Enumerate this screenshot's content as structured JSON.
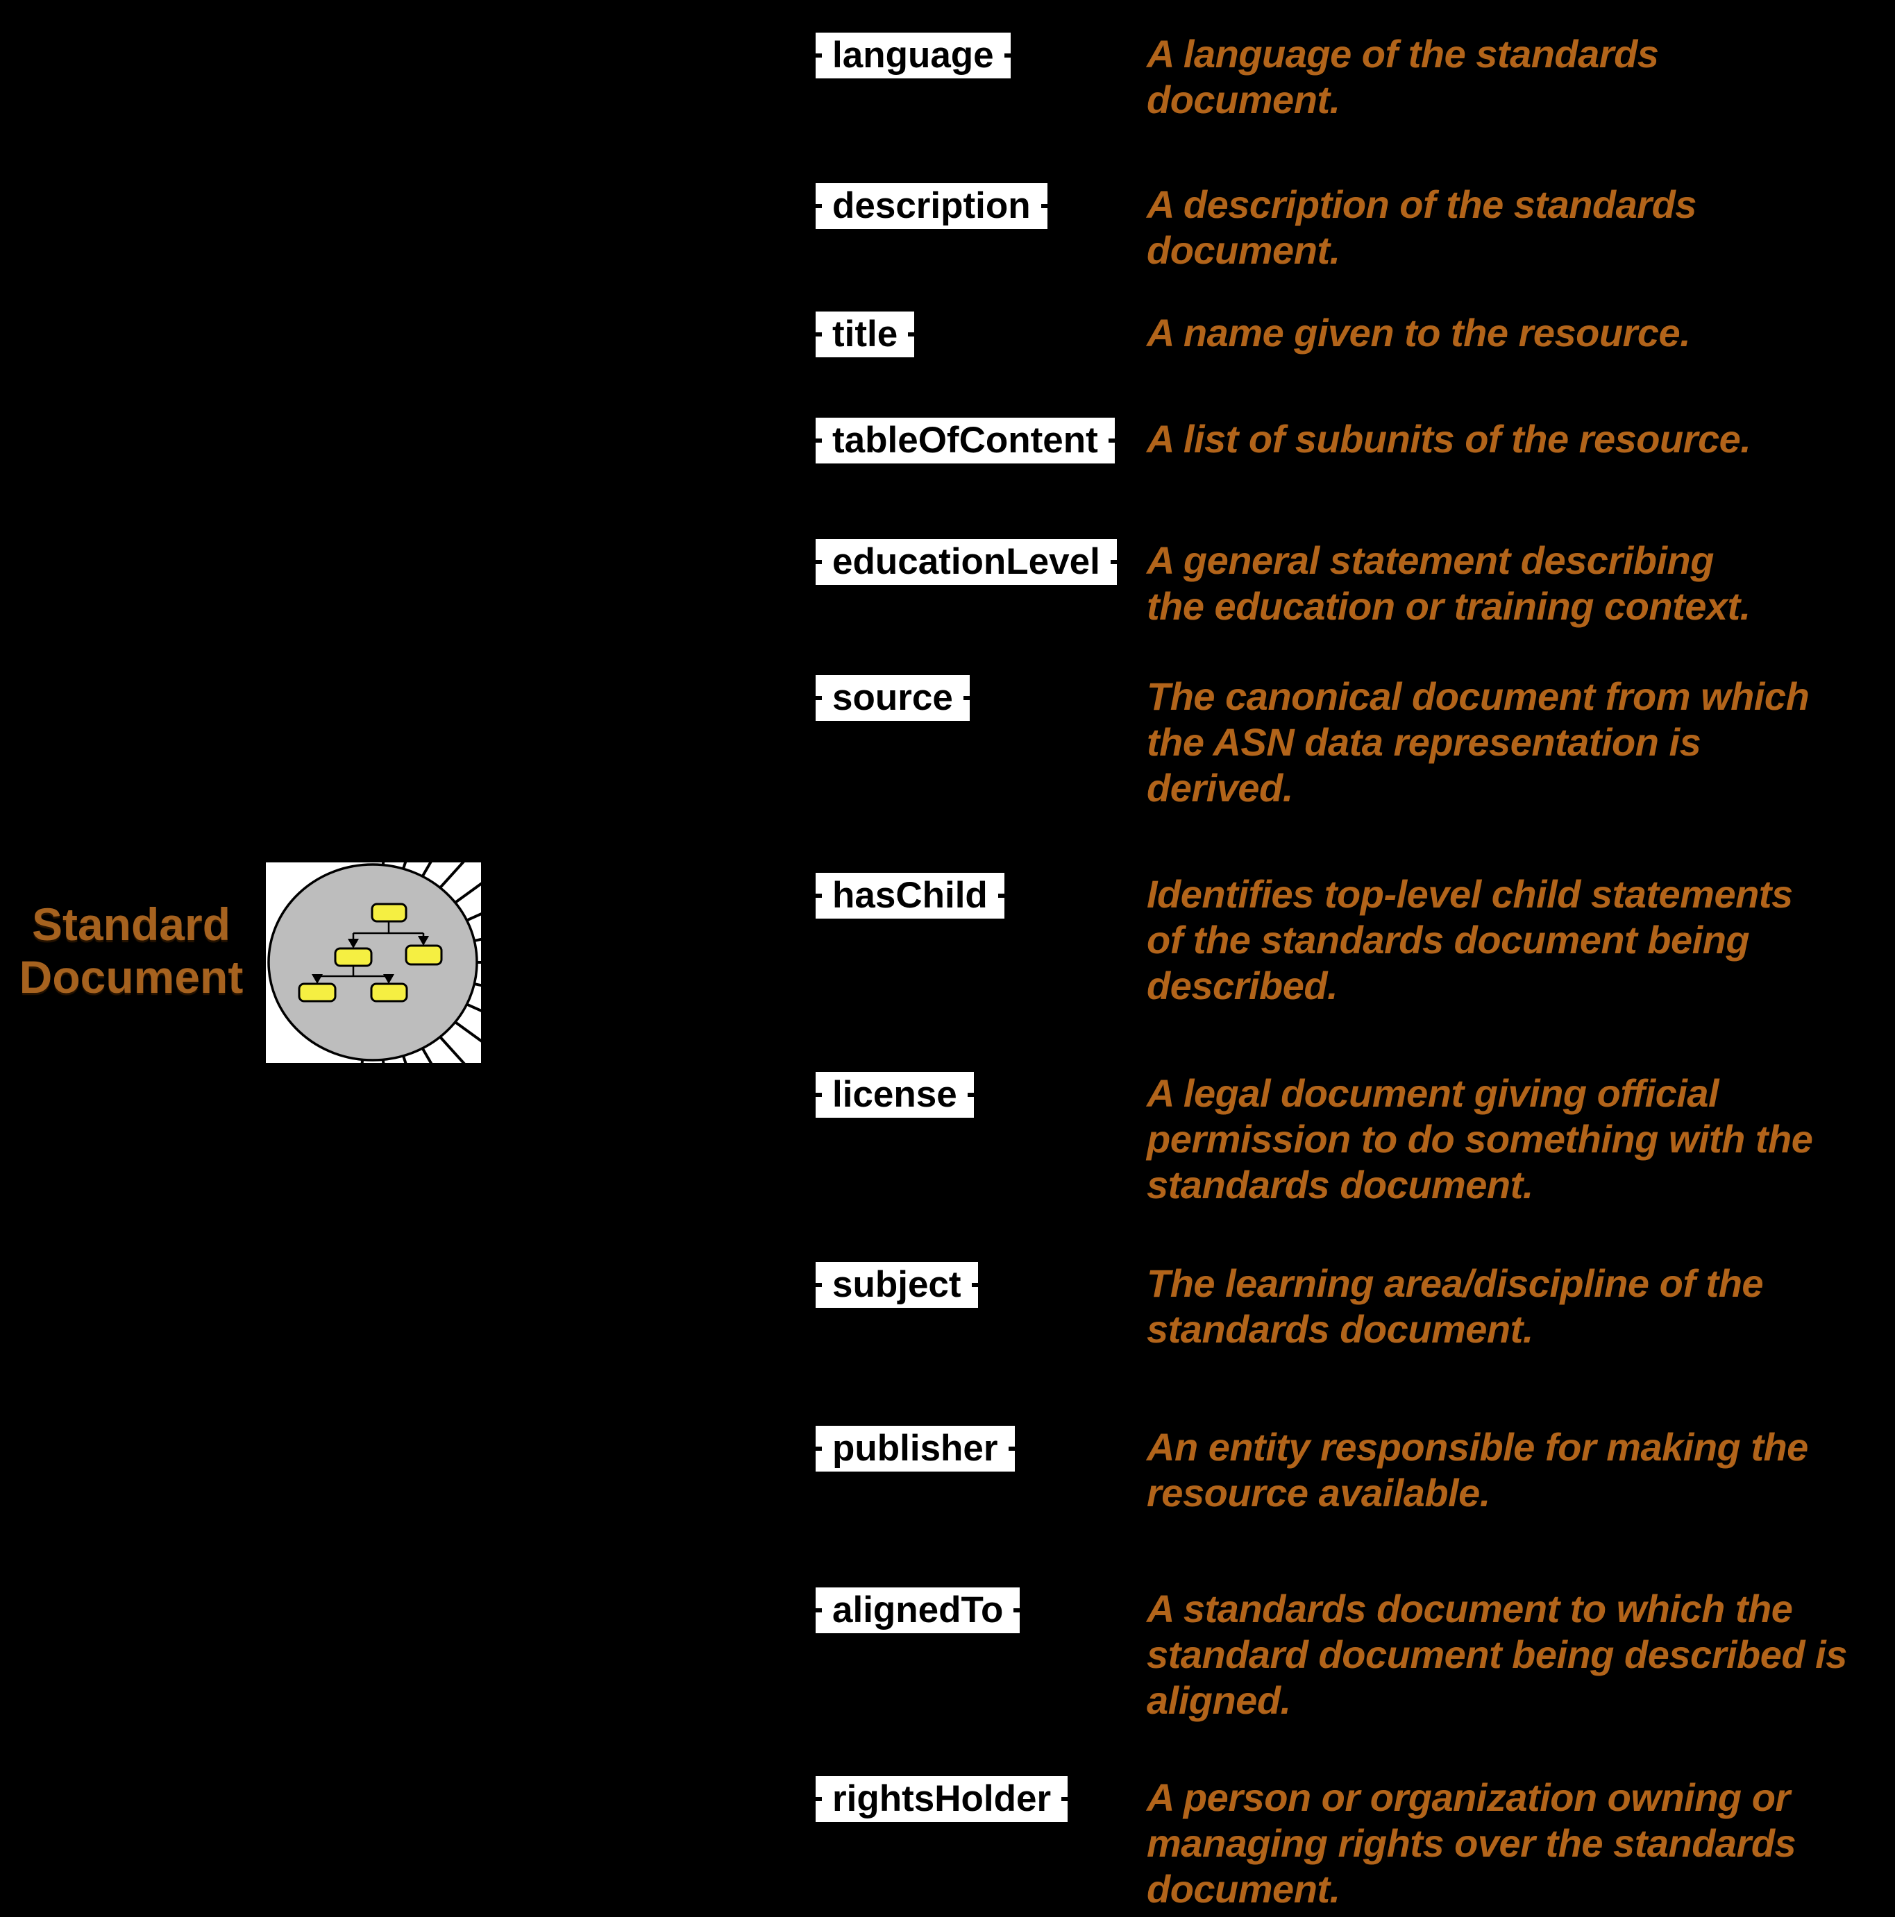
{
  "colors": {
    "background": "#000000",
    "accent_text": "#B2641A",
    "heading_text": "#A6621F",
    "label_bg": "#FFFFFF",
    "label_text": "#000000",
    "icon_circle_fill": "#BDBDBD",
    "icon_node_fill": "#F5EF42",
    "icon_stroke": "#000000"
  },
  "entity": {
    "title": "Standard Document",
    "icon": "circle-tree-diagram-icon"
  },
  "properties": [
    {
      "label": "language",
      "description": "A language of the standards\ndocument."
    },
    {
      "label": "description",
      "description": "A description of the standards\ndocument."
    },
    {
      "label": "title",
      "description": "A name given to the resource."
    },
    {
      "label": "tableOfContent",
      "description": "A list of subunits of the resource."
    },
    {
      "label": "educationLevel",
      "description": "A general statement describing\nthe education or training context."
    },
    {
      "label": "source",
      "description": "The canonical document from which\nthe ASN data representation is\nderived."
    },
    {
      "label": "hasChild",
      "description": "Identifies top-level child statements\nof the standards document being\ndescribed."
    },
    {
      "label": "license",
      "description": "A legal document giving official\npermission to do something with the\nstandards document."
    },
    {
      "label": "subject",
      "description": "The learning area/discipline of the\nstandards document."
    },
    {
      "label": "publisher",
      "description": "An entity responsible for making the\nresource available."
    },
    {
      "label": "alignedTo",
      "description": "A standards document to which the\nstandard document being described is\naligned."
    },
    {
      "label": "rightsHolder",
      "description": "A person or organization owning or\nmanaging rights over the standards\ndocument."
    }
  ]
}
